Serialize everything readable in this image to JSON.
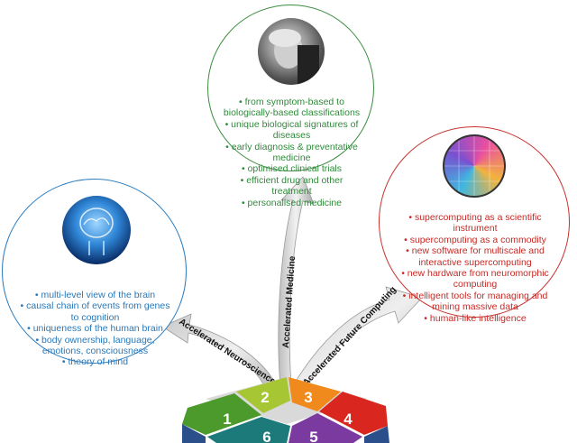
{
  "arrows": {
    "medicine": "Accelerated Medicine",
    "neuroscience": "Accelerated Neuroscience",
    "computing": "Accelerated Future Computing"
  },
  "medicine": {
    "items": [
      "from symptom-based to biologically-based classifications",
      "unique biological signatures of diseases",
      "early diagnosis & preventative medicine",
      "optimised clinical trials",
      "efficient drug and other treatment",
      "personalised medicine"
    ]
  },
  "neuroscience": {
    "items": [
      "multi-level view of the brain",
      "causal chain of events from genes to cognition",
      "uniqueness of the human brain",
      "body ownership, language, emotions, consciousness",
      "theory of mind"
    ]
  },
  "computing": {
    "items": [
      "supercomputing as a scientific instrument",
      "supercomputing as a commodity",
      "new software for multiscale and interactive supercomputing",
      "new hardware from neuromorphic computing",
      "intelligent tools for managing and mining massive data",
      "human-like intelligence"
    ]
  },
  "cube": {
    "pieces": [
      "1",
      "2",
      "3",
      "4",
      "5",
      "6"
    ]
  },
  "colors": {
    "green": "#2e8b3a",
    "blue": "#2a78b8",
    "red": "#c62a26"
  }
}
